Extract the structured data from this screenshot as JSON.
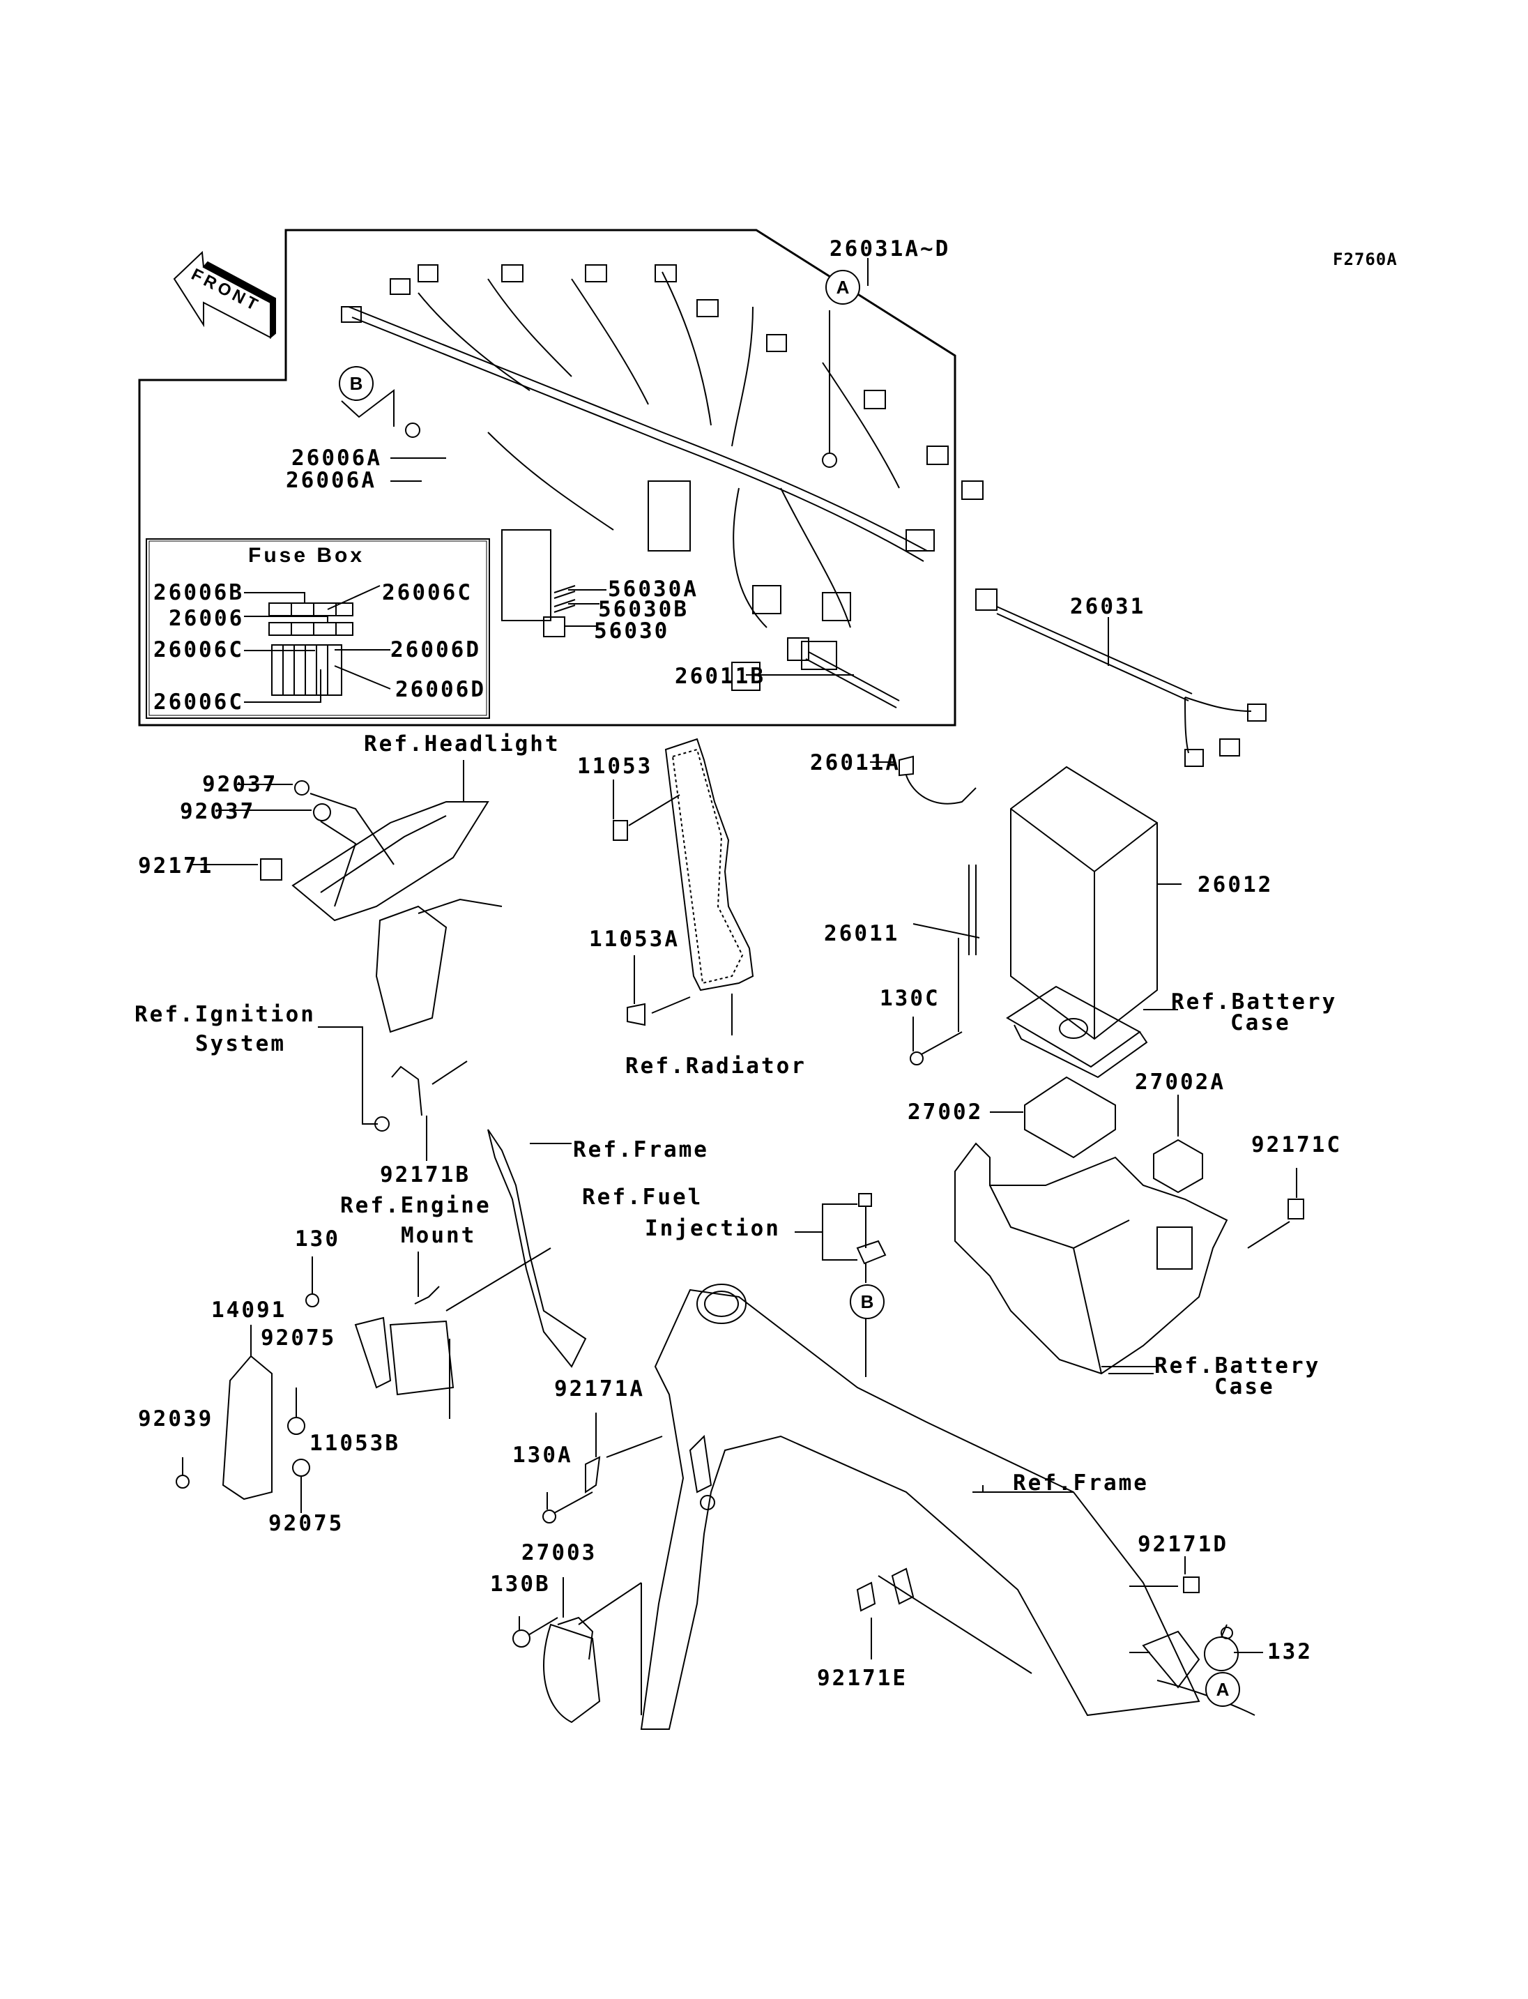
{
  "diagram": {
    "figure_code": "F2760A",
    "front_arrow": "FRONT",
    "fuse_box": {
      "title": "Fuse Box",
      "labels": [
        "26006B",
        "26006C",
        "26006",
        "26006C",
        "26006D",
        "26006D",
        "26006C"
      ]
    },
    "callouts": {
      "a": "A",
      "b": "B"
    },
    "parts": {
      "p26031AD": "26031A~D",
      "p26006A_1": "26006A",
      "p26006A_2": "26006A",
      "p56030A": "56030A",
      "p56030B": "56030B",
      "p56030": "56030",
      "p26011B": "26011B",
      "p26031": "26031",
      "p92037_1": "92037",
      "p92037_2": "92037",
      "p92171": "92171",
      "p11053": "11053",
      "p11053A": "11053A",
      "p26011A": "26011A",
      "p26012": "26012",
      "p26011": "26011",
      "p130C": "130C",
      "p27002": "27002",
      "p27002A": "27002A",
      "p92171C": "92171C",
      "p92171B": "92171B",
      "p130": "130",
      "p14091": "14091",
      "p92075_1": "92075",
      "p92075_2": "92075",
      "p92039": "92039",
      "p11053B": "11053B",
      "p92171A": "92171A",
      "p130A": "130A",
      "p27003": "27003",
      "p130B": "130B",
      "p92171E": "92171E",
      "p92171D": "92171D",
      "p132": "132"
    },
    "references": {
      "headlight": "Ref.Headlight",
      "ignition_1": "Ref.Ignition",
      "ignition_2": "System",
      "radiator": "Ref.Radiator",
      "battery_case_1a": "Ref.Battery",
      "battery_case_1b": "Case",
      "battery_case_2a": "Ref.Battery",
      "battery_case_2b": "Case",
      "frame_1": "Ref.Frame",
      "frame_2": "Ref.Frame",
      "engine_mount_1": "Ref.Engine",
      "engine_mount_2": "Mount",
      "fuel_injection_1": "Ref.Fuel",
      "fuel_injection_2": "Injection"
    }
  }
}
